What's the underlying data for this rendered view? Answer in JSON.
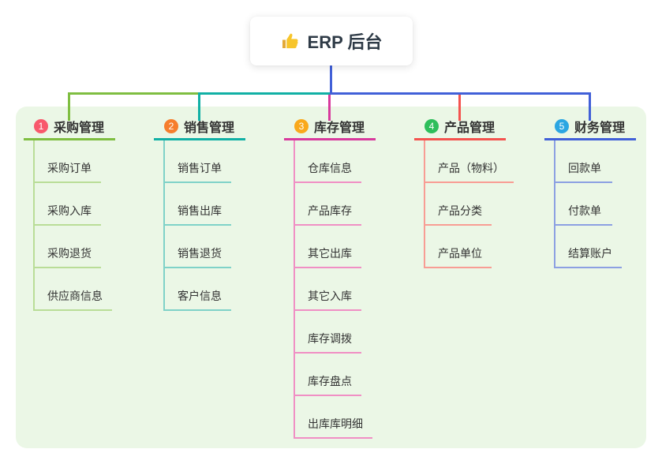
{
  "root": {
    "icon": "thumbs-up",
    "label": "ERP 后台"
  },
  "branches": [
    {
      "num": "1",
      "title": "采购管理",
      "badge_color": "#F8596C",
      "line_color": "#7FBE41",
      "child_line_color": "#B9DD97",
      "children": [
        "采购订单",
        "采购入库",
        "采购退货",
        "供应商信息"
      ]
    },
    {
      "num": "2",
      "title": "销售管理",
      "badge_color": "#F67E2D",
      "line_color": "#11B0A5",
      "child_line_color": "#7FD2C8",
      "children": [
        "销售订单",
        "销售出库",
        "销售退货",
        "客户信息"
      ]
    },
    {
      "num": "3",
      "title": "库存管理",
      "badge_color": "#F9A91C",
      "line_color": "#D83A9D",
      "child_line_color": "#F08FC4",
      "children": [
        "仓库信息",
        "产品库存",
        "其它出库",
        "其它入库",
        "库存调拨",
        "库存盘点",
        "出库库明细"
      ]
    },
    {
      "num": "4",
      "title": "产品管理",
      "badge_color": "#2EBE5B",
      "line_color": "#F4534F",
      "child_line_color": "#F89D94",
      "children": [
        "产品（物料）",
        "产品分类",
        "产品单位"
      ]
    },
    {
      "num": "5",
      "title": "财务管理",
      "badge_color": "#2BA6E2",
      "line_color": "#4160D8",
      "child_line_color": "#8CA0E2",
      "children": [
        "回款单",
        "付款单",
        "结算账户"
      ]
    }
  ],
  "theme": {
    "canvas_bg": "#FFFFFF",
    "panel_bg": "#EBF7E6",
    "card_bg": "#FFFFFF",
    "text_color": "#333333",
    "root_text_color": "#2F3B47",
    "thumb_color": "#F7C52B"
  }
}
